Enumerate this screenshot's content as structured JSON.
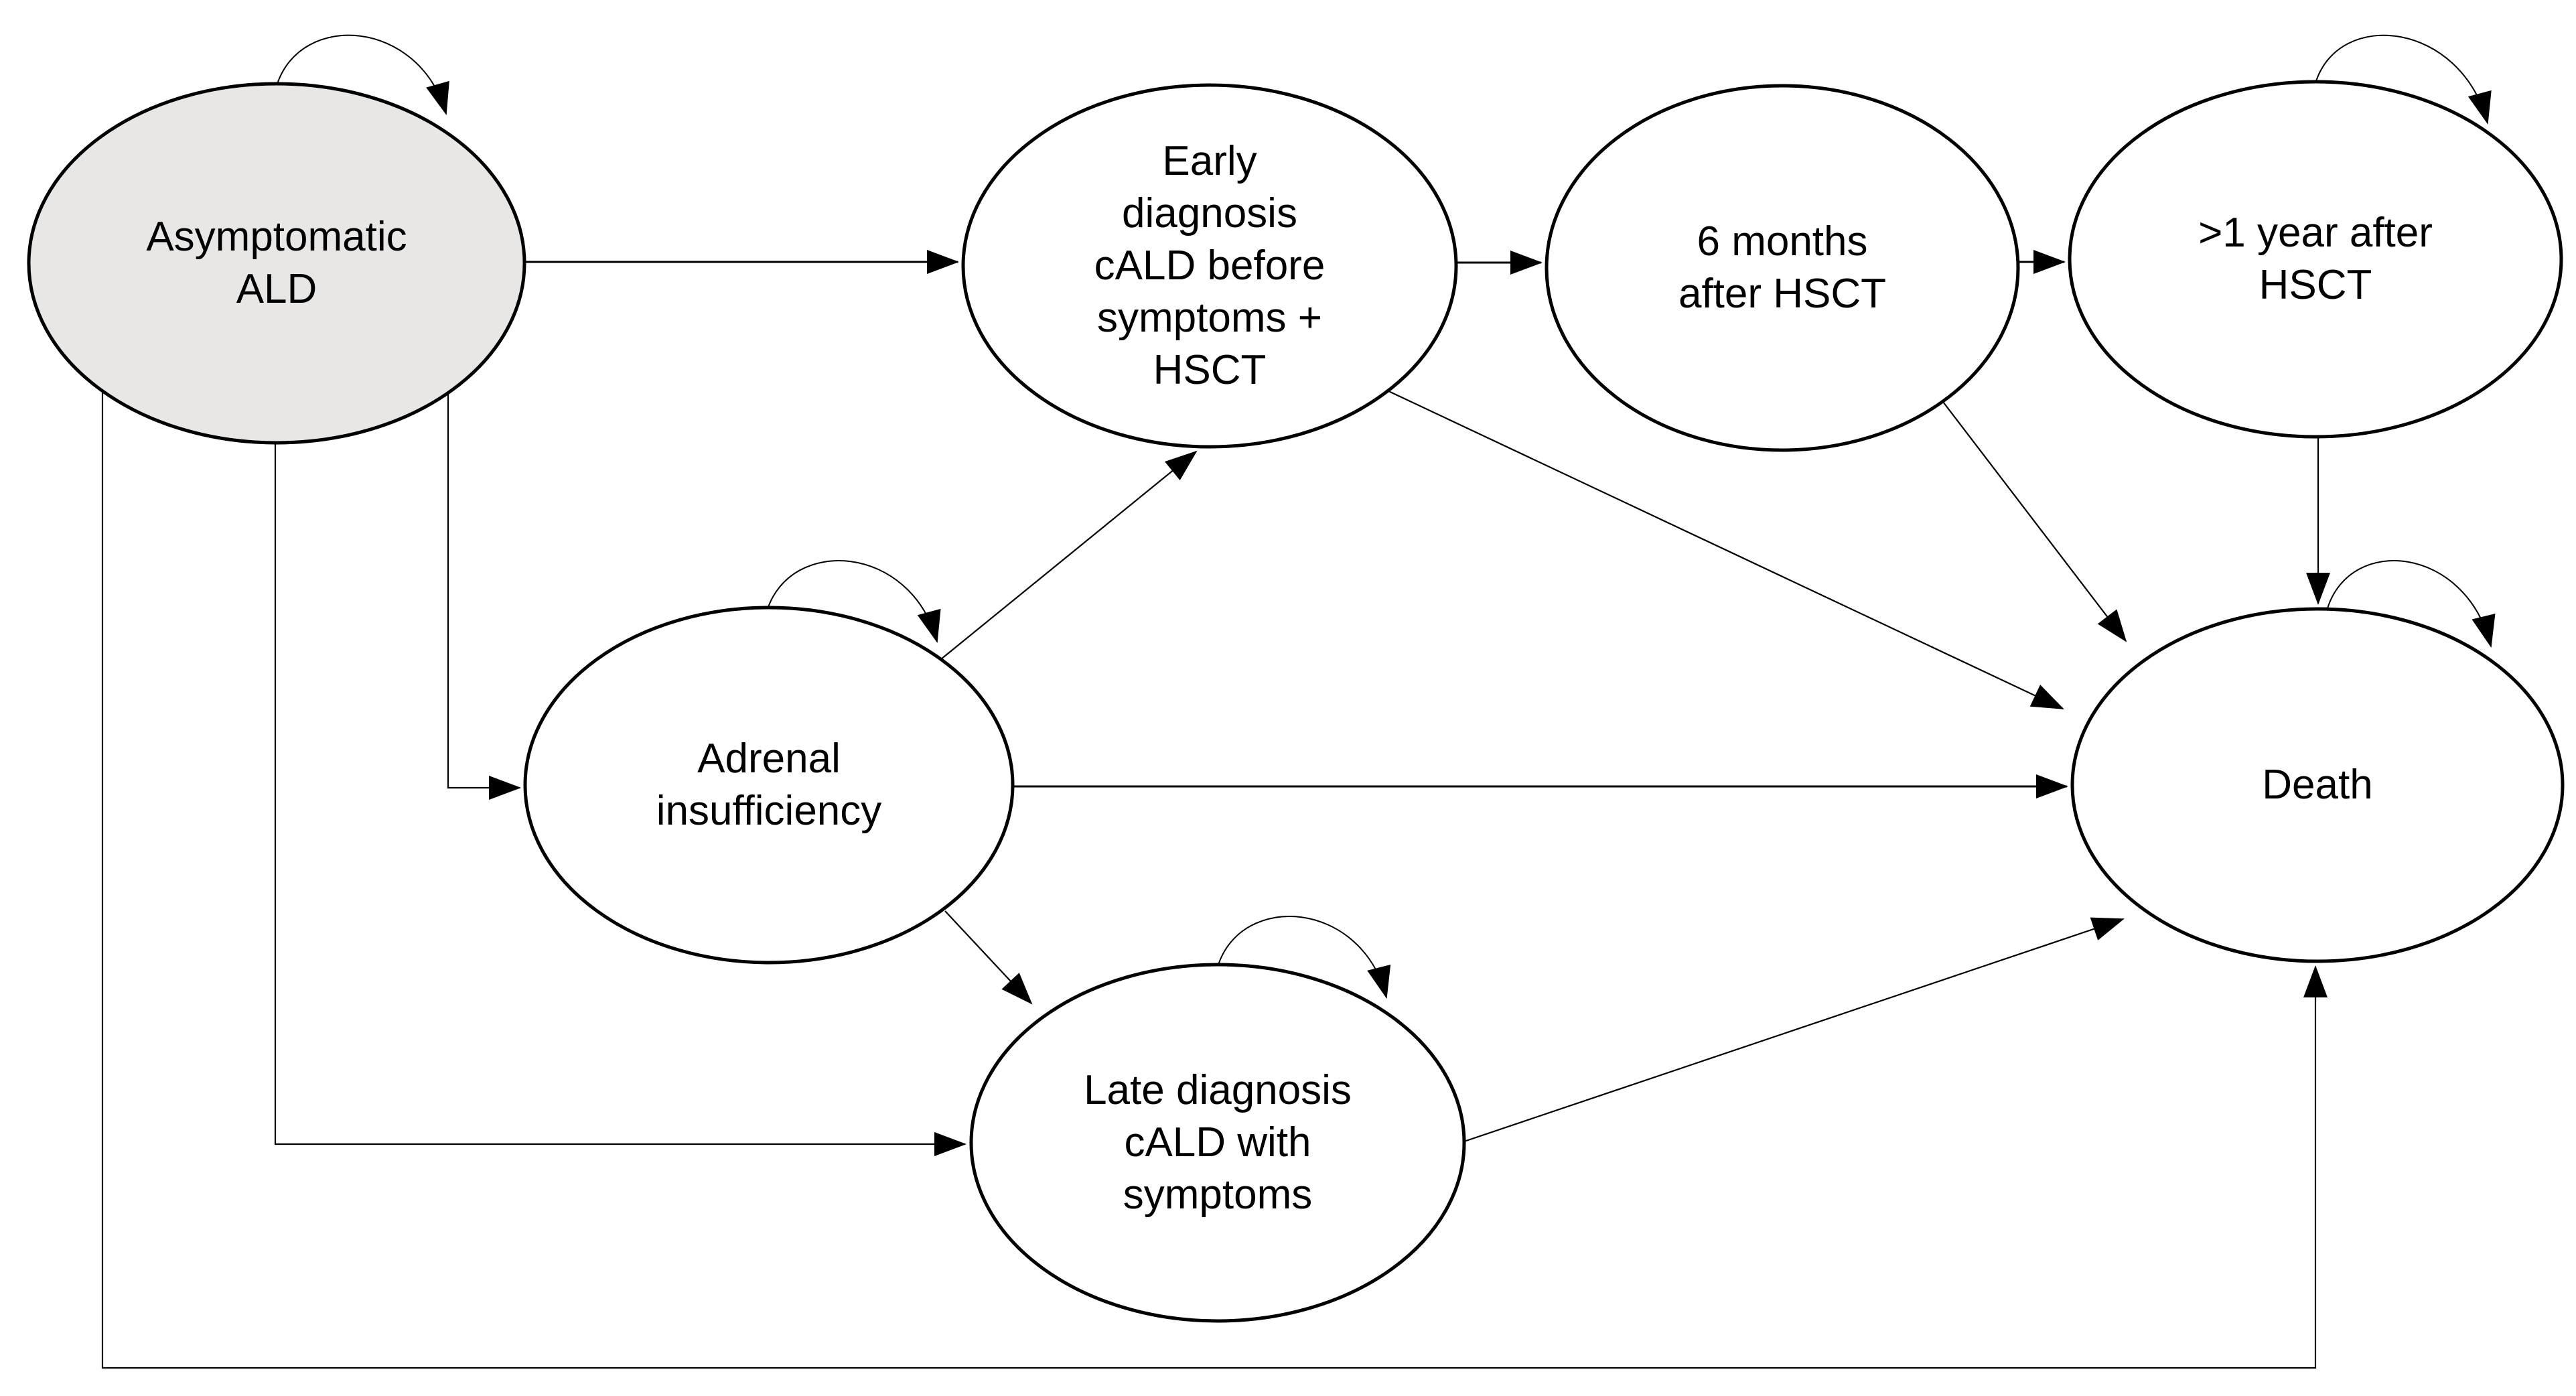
{
  "diagram": {
    "type": "state-transition-model",
    "background_color": "#ffffff",
    "line_color": "#000000",
    "text_color": "#000000",
    "highlighted_node_fill": "#e8e7e6",
    "default_node_fill": "#ffffff",
    "nodes": [
      {
        "id": "asymptomatic-ald",
        "label": "Asymptomatic\nALD",
        "shape": "ellipse",
        "fill": "gray",
        "self_loop": true
      },
      {
        "id": "early-diagnosis-hsct",
        "label": "Early\ndiagnosis\ncALD before\nsymptoms +\nHSCT",
        "shape": "ellipse",
        "fill": "white",
        "self_loop": false
      },
      {
        "id": "six-months-after-hsct",
        "label": "6 months\nafter HSCT",
        "shape": "ellipse",
        "fill": "white",
        "self_loop": false
      },
      {
        "id": "one-year-after-hsct",
        "label": ">1 year after\nHSCT",
        "shape": "ellipse",
        "fill": "white",
        "self_loop": true
      },
      {
        "id": "adrenal-insufficiency",
        "label": "Adrenal\ninsufficiency",
        "shape": "ellipse",
        "fill": "white",
        "self_loop": true
      },
      {
        "id": "late-diagnosis-cald",
        "label": "Late diagnosis\ncALD with\nsymptoms",
        "shape": "ellipse",
        "fill": "white",
        "self_loop": true
      },
      {
        "id": "death",
        "label": "Death",
        "shape": "ellipse",
        "fill": "white",
        "self_loop": true
      }
    ],
    "edges": [
      {
        "from": "asymptomatic-ald",
        "to": "early-diagnosis-hsct",
        "route": "straight"
      },
      {
        "from": "asymptomatic-ald",
        "to": "adrenal-insufficiency",
        "route": "elbow"
      },
      {
        "from": "asymptomatic-ald",
        "to": "late-diagnosis-cald",
        "route": "elbow"
      },
      {
        "from": "asymptomatic-ald",
        "to": "death",
        "route": "elbow-bottom"
      },
      {
        "from": "early-diagnosis-hsct",
        "to": "six-months-after-hsct",
        "route": "straight"
      },
      {
        "from": "early-diagnosis-hsct",
        "to": "death",
        "route": "diagonal"
      },
      {
        "from": "six-months-after-hsct",
        "to": "one-year-after-hsct",
        "route": "straight"
      },
      {
        "from": "six-months-after-hsct",
        "to": "death",
        "route": "diagonal"
      },
      {
        "from": "one-year-after-hsct",
        "to": "death",
        "route": "straight-down"
      },
      {
        "from": "adrenal-insufficiency",
        "to": "early-diagnosis-hsct",
        "route": "diagonal"
      },
      {
        "from": "adrenal-insufficiency",
        "to": "late-diagnosis-cald",
        "route": "diagonal"
      },
      {
        "from": "adrenal-insufficiency",
        "to": "death",
        "route": "straight"
      },
      {
        "from": "late-diagnosis-cald",
        "to": "death",
        "route": "diagonal"
      }
    ],
    "self_loops": [
      "asymptomatic-ald",
      "one-year-after-hsct",
      "adrenal-insufficiency",
      "late-diagnosis-cald",
      "death"
    ]
  }
}
